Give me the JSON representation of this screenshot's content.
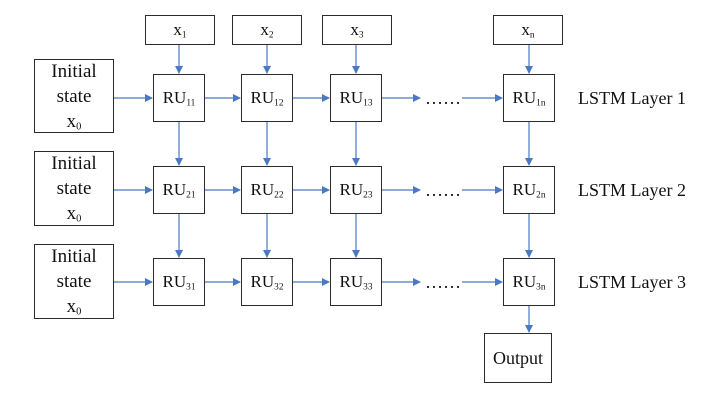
{
  "inputs": [
    {
      "base": "x",
      "sub": "1"
    },
    {
      "base": "x",
      "sub": "2"
    },
    {
      "base": "x",
      "sub": "3"
    },
    {
      "base": "x",
      "sub": "n"
    }
  ],
  "initial_state": {
    "line1": "Initial",
    "line2": "state",
    "line3_base": "x",
    "line3_sub": "0"
  },
  "layers": [
    {
      "label": "LSTM Layer 1",
      "units": [
        {
          "base": "RU",
          "sub": "11"
        },
        {
          "base": "RU",
          "sub": "12"
        },
        {
          "base": "RU",
          "sub": "13"
        },
        {
          "base": "RU",
          "sub": "1n"
        }
      ]
    },
    {
      "label": "LSTM Layer 2",
      "units": [
        {
          "base": "RU",
          "sub": "21"
        },
        {
          "base": "RU",
          "sub": "22"
        },
        {
          "base": "RU",
          "sub": "23"
        },
        {
          "base": "RU",
          "sub": "2n"
        }
      ]
    },
    {
      "label": "LSTM Layer 3",
      "units": [
        {
          "base": "RU",
          "sub": "31"
        },
        {
          "base": "RU",
          "sub": "32"
        },
        {
          "base": "RU",
          "sub": "33"
        },
        {
          "base": "RU",
          "sub": "3n"
        }
      ]
    }
  ],
  "ellipsis": "……",
  "output_label": "Output",
  "colors": {
    "arrow": "#4a78c2",
    "border": "#2b2b2b"
  }
}
